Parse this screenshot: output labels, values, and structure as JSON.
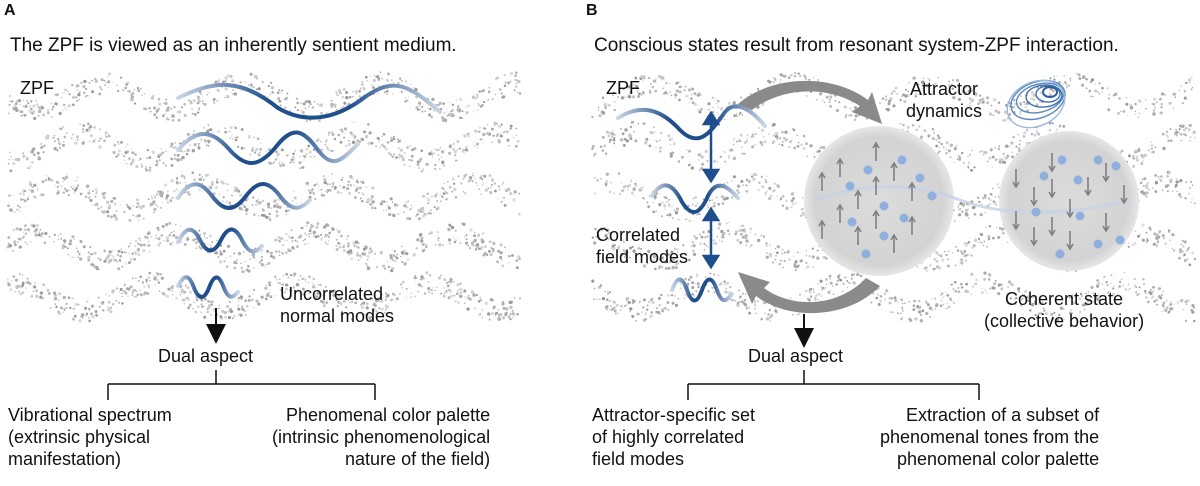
{
  "panel_a": {
    "letter": "A",
    "caption": "The ZPF is viewed as an inherently sentient medium.",
    "field_label": "ZPF",
    "modes_label": "Uncorrelated\nnormal modes",
    "dual_aspect": "Dual aspect",
    "left_text": "Vibrational spectrum\n(extrinsic physical\nmanifestation)",
    "right_text": "Phenomenal color palette\n(intrinsic phenomenological\nnature of the field)"
  },
  "panel_b": {
    "letter": "B",
    "caption": "Conscious states result from resonant system-ZPF interaction.",
    "field_label": "ZPF",
    "attractor_label": "Attractor\ndynamics",
    "correlated_label": "Correlated\nfield modes",
    "coherent_label": "Coherent state\n(collective behavior)",
    "dual_aspect": "Dual aspect",
    "left_text": "Attractor-specific set\nof highly correlated\nfield modes",
    "right_text": "Extraction of a subset of\nphenomenal tones from the\nphenomenal color palette"
  },
  "colors": {
    "wave_dark": "#1f4e8c",
    "wave_light": "#c9d6e6",
    "field": "#b8b8b8",
    "sphere": "#d9d9d9",
    "dot": "#7ea4d4",
    "arrow_gray": "#808080"
  }
}
